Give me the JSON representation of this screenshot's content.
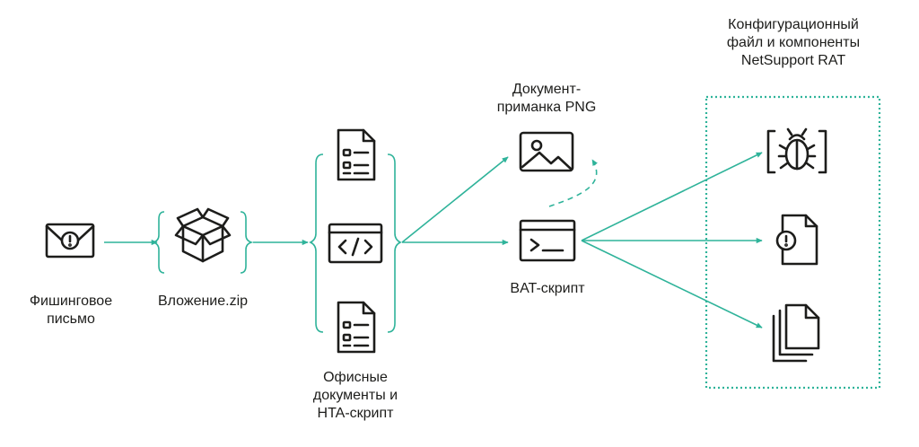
{
  "nodes": {
    "phishing_email": {
      "label_lines": [
        "Фишинговое",
        "письмо"
      ],
      "icon": "envelope-warning-icon"
    },
    "attachment_zip": {
      "label_lines": [
        "Вложение.zip"
      ],
      "icon": "box-icon"
    },
    "office_docs": {
      "label_lines": [
        "Офисные",
        "документы и",
        "HTA-скрипт"
      ],
      "icons": [
        "document-icon",
        "code-icon",
        "document-icon"
      ]
    },
    "decoy_png": {
      "label_lines": [
        "Документ-",
        "приманка PNG"
      ],
      "icon": "image-icon"
    },
    "bat_script": {
      "label_lines": [
        "BAT-скрипт"
      ],
      "icon": "terminal-icon"
    },
    "netsupport": {
      "label_lines": [
        "Конфигурационный",
        "файл и компоненты",
        "NetSupport RAT"
      ],
      "icons": [
        "bug-icon",
        "file-warning-icon",
        "files-icon"
      ]
    }
  },
  "colors": {
    "accent": "#2fb39a",
    "icon": "#1d1d1b"
  }
}
